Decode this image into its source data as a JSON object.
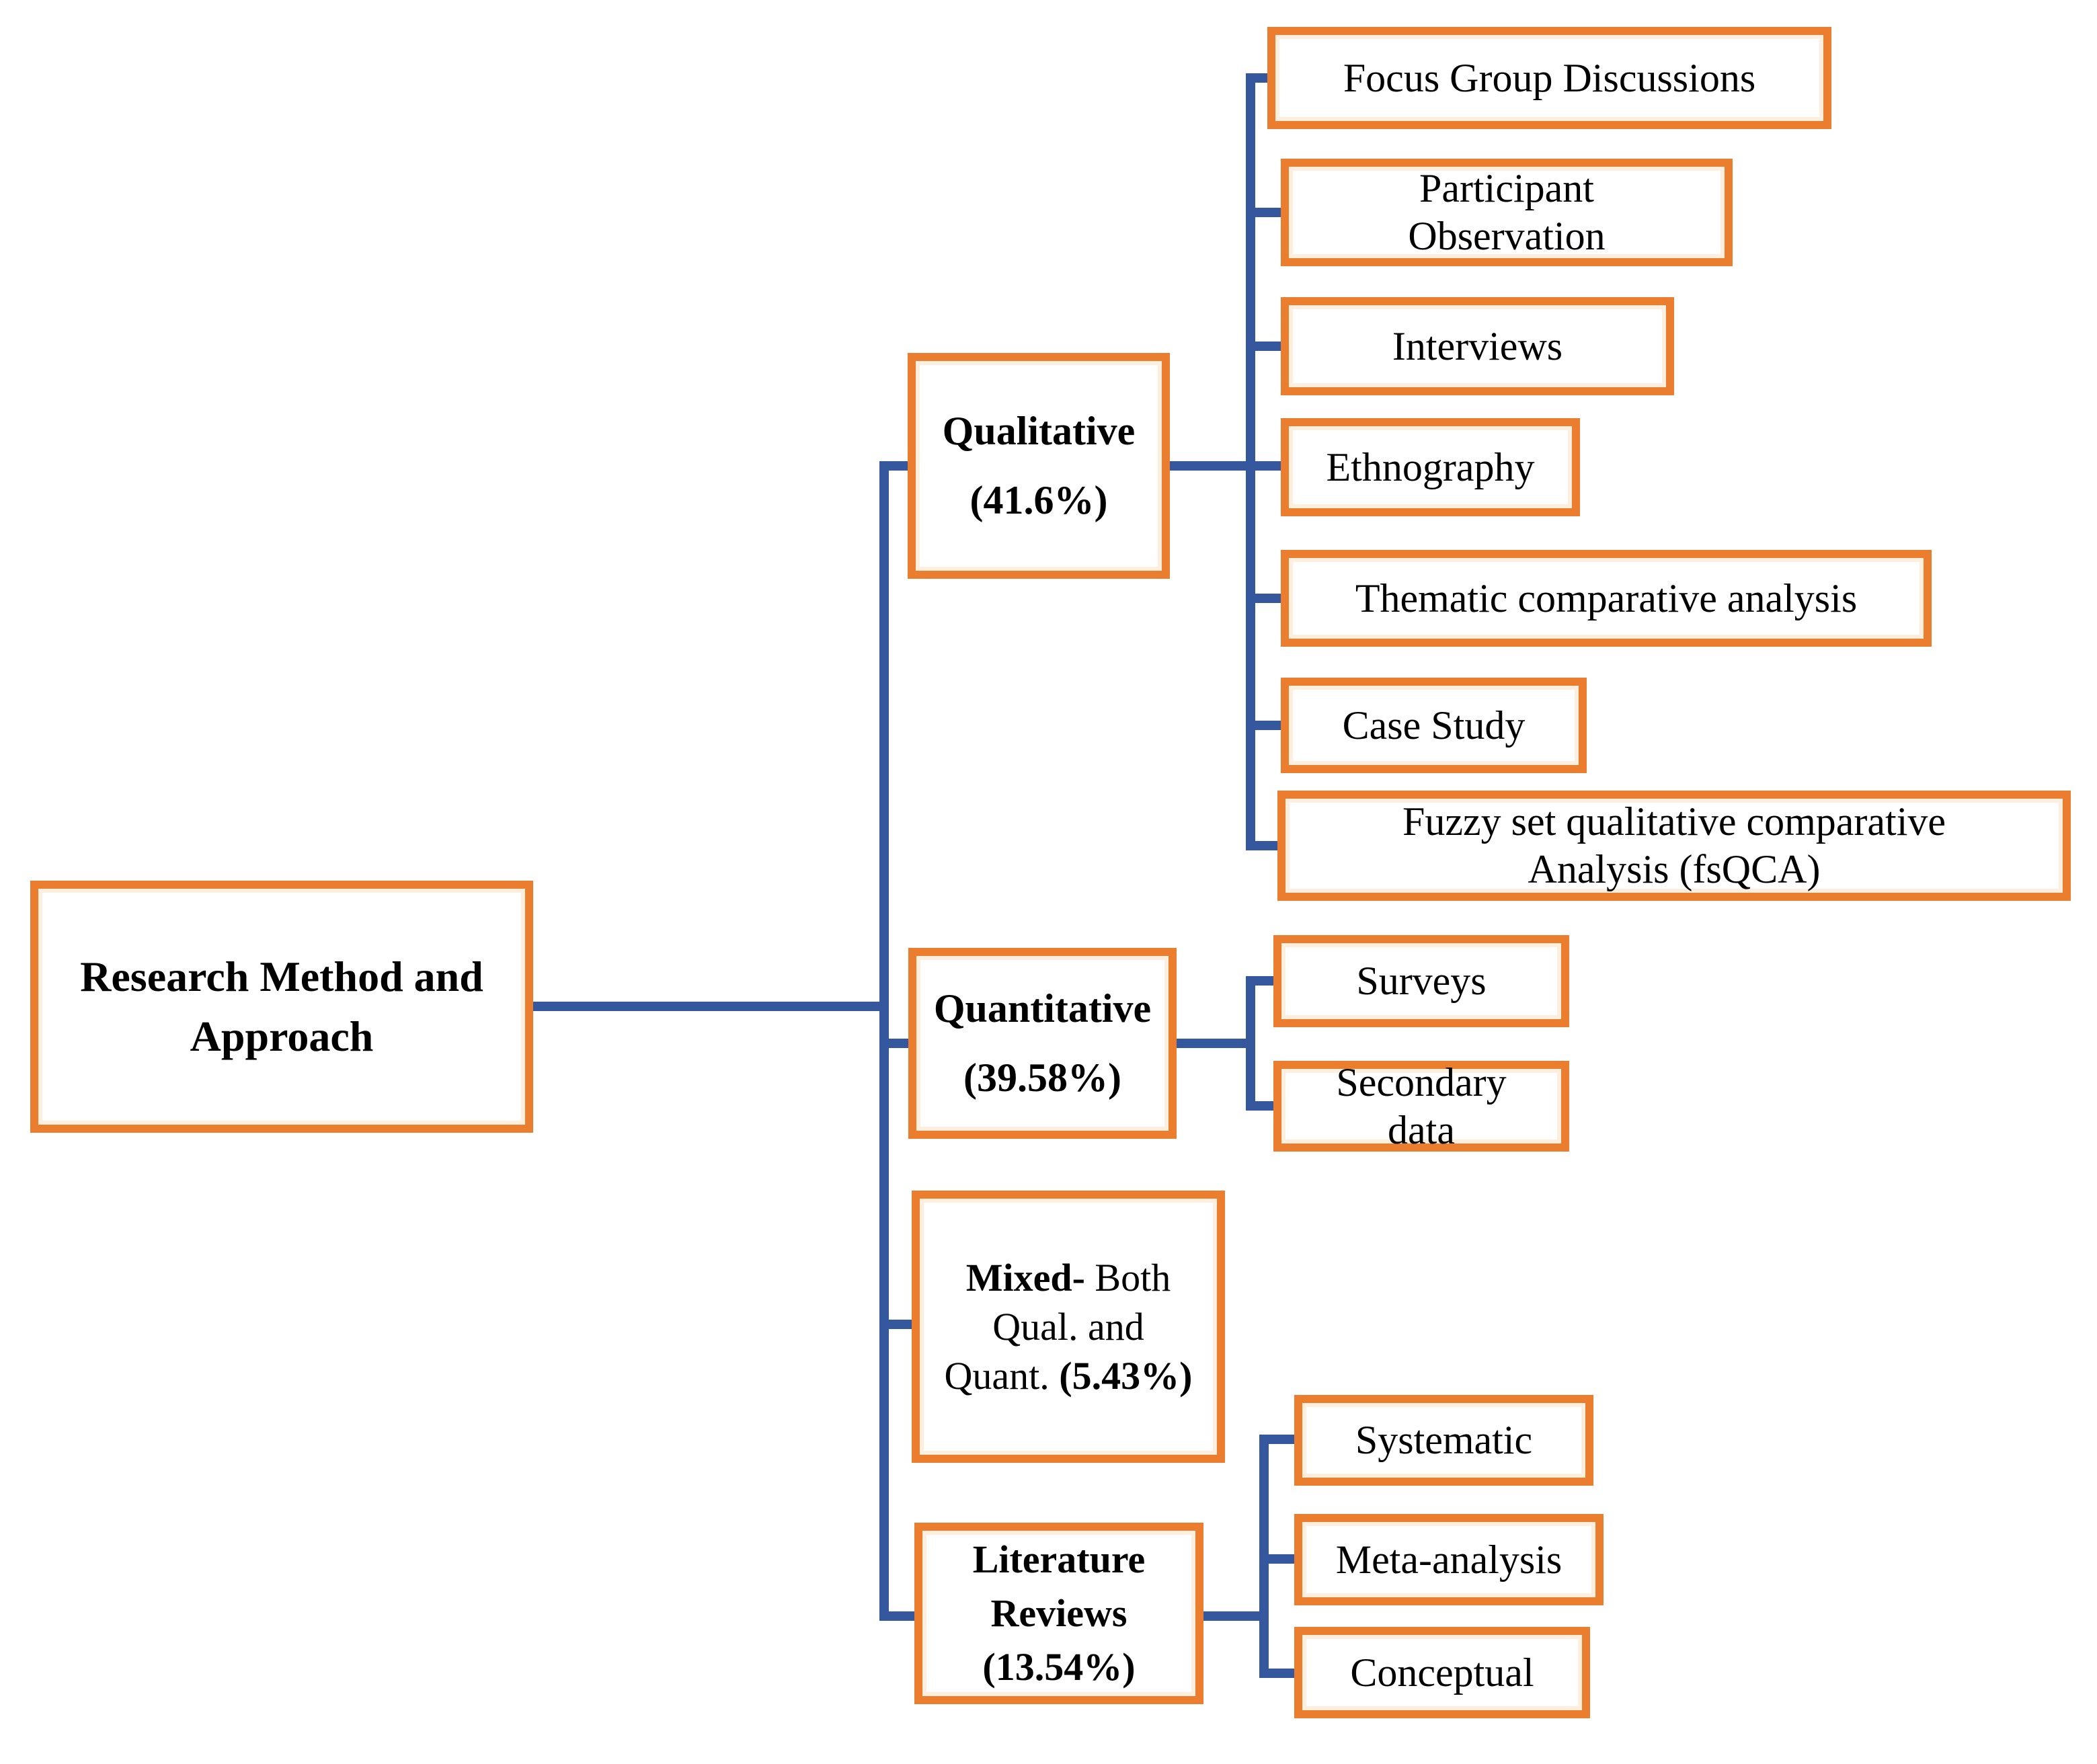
{
  "colors": {
    "box_border": "#EB7D2F",
    "connector": "#35579E",
    "text": "#000000",
    "background": "#FFFFFF"
  },
  "diagram": {
    "root": {
      "label": "Research Method and Approach",
      "lines": [
        "Research Method and",
        "Approach"
      ]
    },
    "branches": [
      {
        "name": "Qualitative",
        "percent": "(41.6%)",
        "children": [
          {
            "label": "Focus Group Discussions",
            "lines": [
              "Focus Group Discussions"
            ]
          },
          {
            "label": "Participant Observation",
            "lines": [
              "Participant",
              "Observation"
            ]
          },
          {
            "label": "Interviews",
            "lines": [
              "Interviews"
            ]
          },
          {
            "label": "Ethnography",
            "lines": [
              "Ethnography"
            ]
          },
          {
            "label": "Thematic comparative analysis",
            "lines": [
              "Thematic comparative analysis"
            ]
          },
          {
            "label": "Case Study",
            "lines": [
              "Case Study"
            ]
          },
          {
            "label": "Fuzzy set qualitative comparative Analysis (fsQCA)",
            "lines": [
              "Fuzzy set qualitative comparative",
              "Analysis (fsQCA)"
            ]
          }
        ]
      },
      {
        "name": "Quantitative",
        "percent": "(39.58%)",
        "children": [
          {
            "label": "Surveys",
            "lines": [
              "Surveys"
            ]
          },
          {
            "label": "Secondary data",
            "lines": [
              "Secondary",
              "data"
            ]
          }
        ]
      },
      {
        "name": "Mixed",
        "percent": "(5.43%)",
        "label": "Mixed- Both Qual. and Quant. (5.43%)",
        "runs": {
          "l1_bold": "Mixed-",
          "l1_rest": " Both",
          "l2": "Qual. and",
          "l3_rest": "Quant. ",
          "l3_bold": "(5.43%)"
        },
        "children": []
      },
      {
        "name": "Literature Reviews",
        "percent": "(13.54%)",
        "lines": [
          "Literature",
          "Reviews",
          "(13.54%)"
        ],
        "children": [
          {
            "label": "Systematic",
            "lines": [
              "Systematic"
            ]
          },
          {
            "label": "Meta-analysis",
            "lines": [
              "Meta-analysis"
            ]
          },
          {
            "label": "Conceptual",
            "lines": [
              "Conceptual"
            ]
          }
        ]
      }
    ]
  }
}
